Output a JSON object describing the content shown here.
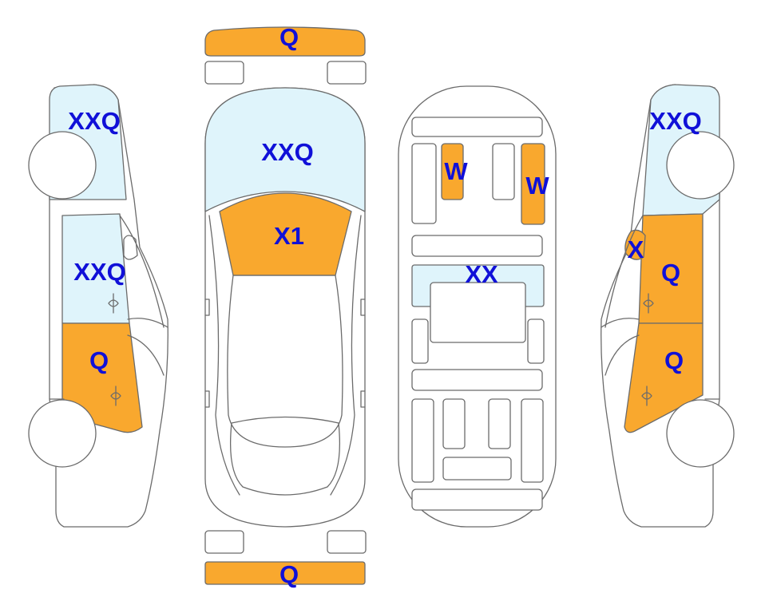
{
  "colors": {
    "damaged": "#f9a82e",
    "glass": "#dff4fb",
    "label": "#1010d8"
  },
  "labels": {
    "rear_bumper": "Q",
    "windshield": "XXQ",
    "hood": "X1",
    "front_bumper": "Q",
    "seat_left": "W",
    "seat_right": "W",
    "interior_middle": "XX",
    "left_rear_window": "XXQ",
    "left_front_window": "XXQ",
    "left_front_door": "Q",
    "right_rear_window": "XXQ",
    "right_mirror": "X",
    "right_front_door": "Q",
    "right_rear_door": "Q"
  }
}
